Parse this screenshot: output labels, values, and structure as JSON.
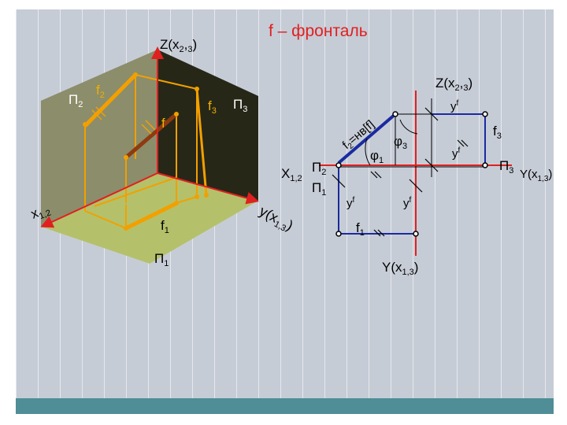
{
  "title": "f – фронталь",
  "left": {
    "z_axis": "Z(x",
    "z_sub1": "2",
    "z_sep": ",",
    "z_sub2": "3",
    "z_close": ")",
    "plane_p2": "П",
    "plane_p2_sub": "2",
    "plane_p3": "П",
    "plane_p3_sub": "3",
    "plane_p1": "П",
    "plane_p1_sub": "1",
    "f2": "f",
    "f2_sub": "2",
    "f3": "f",
    "f3_sub": "3",
    "f": "f",
    "f1": "f",
    "f1_sub": "1",
    "x_axis": "x",
    "x_sub": "1,2",
    "y_axis": "y(x",
    "y_sub": "1,3",
    "y_close": ")"
  },
  "right": {
    "z_axis": "Z(x",
    "z_sub1": "2",
    "z_sep": ",",
    "z_sub2": "3",
    "z_close": ")",
    "x_axis": "X",
    "x_sub": "1,2",
    "p2": "П",
    "p2_sub": "2",
    "p1": "П",
    "p1_sub": "1",
    "p3": "П",
    "p3_sub": "3",
    "y_right": "Y(x",
    "y_right_sub": "1,3",
    "y_right_close": ")",
    "y_bottom": "Y(x",
    "y_bottom_sub": "1,3",
    "y_bottom_close": ")",
    "yf": "y",
    "yf_sup": "f",
    "f2_label": "f",
    "f2_label_sub": "2",
    "f2_label_rest": "=нв[f]",
    "phi1": "φ",
    "phi1_sub": "1",
    "phi3": "φ",
    "phi3_sub": "3",
    "f3": "f",
    "f3_sub": "3",
    "f1": "f",
    "f1_sub": "1"
  }
}
